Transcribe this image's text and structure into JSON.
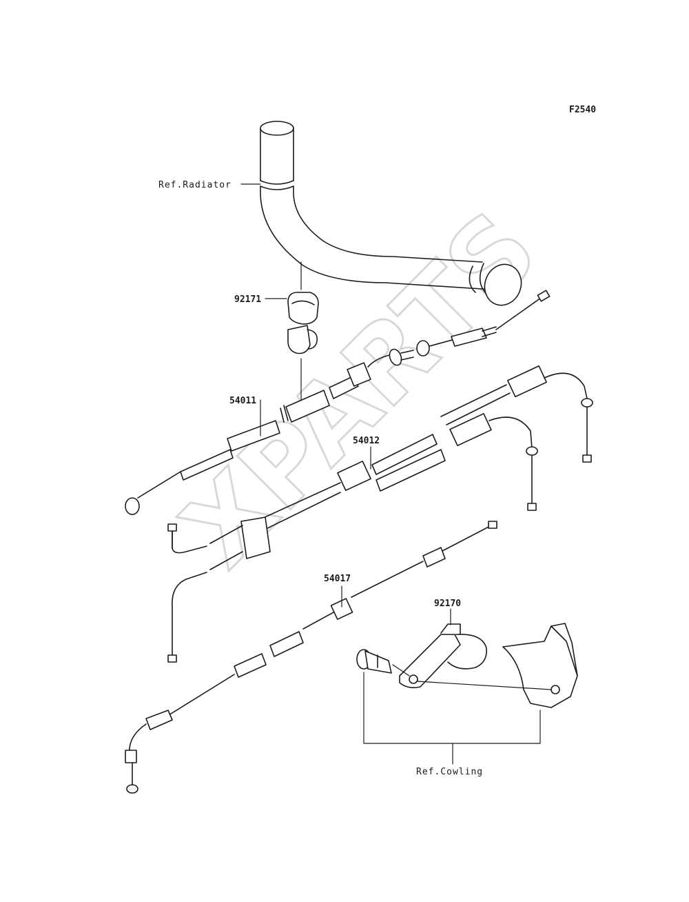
{
  "diagram": {
    "figure_code": "F2540",
    "references": {
      "radiator": "Ref.Radiator",
      "cowling": "Ref.Cowling"
    },
    "parts": [
      {
        "id": "92171"
      },
      {
        "id": "54011"
      },
      {
        "id": "54012"
      },
      {
        "id": "54017"
      },
      {
        "id": "92170"
      }
    ],
    "watermark": "XPARTS"
  }
}
